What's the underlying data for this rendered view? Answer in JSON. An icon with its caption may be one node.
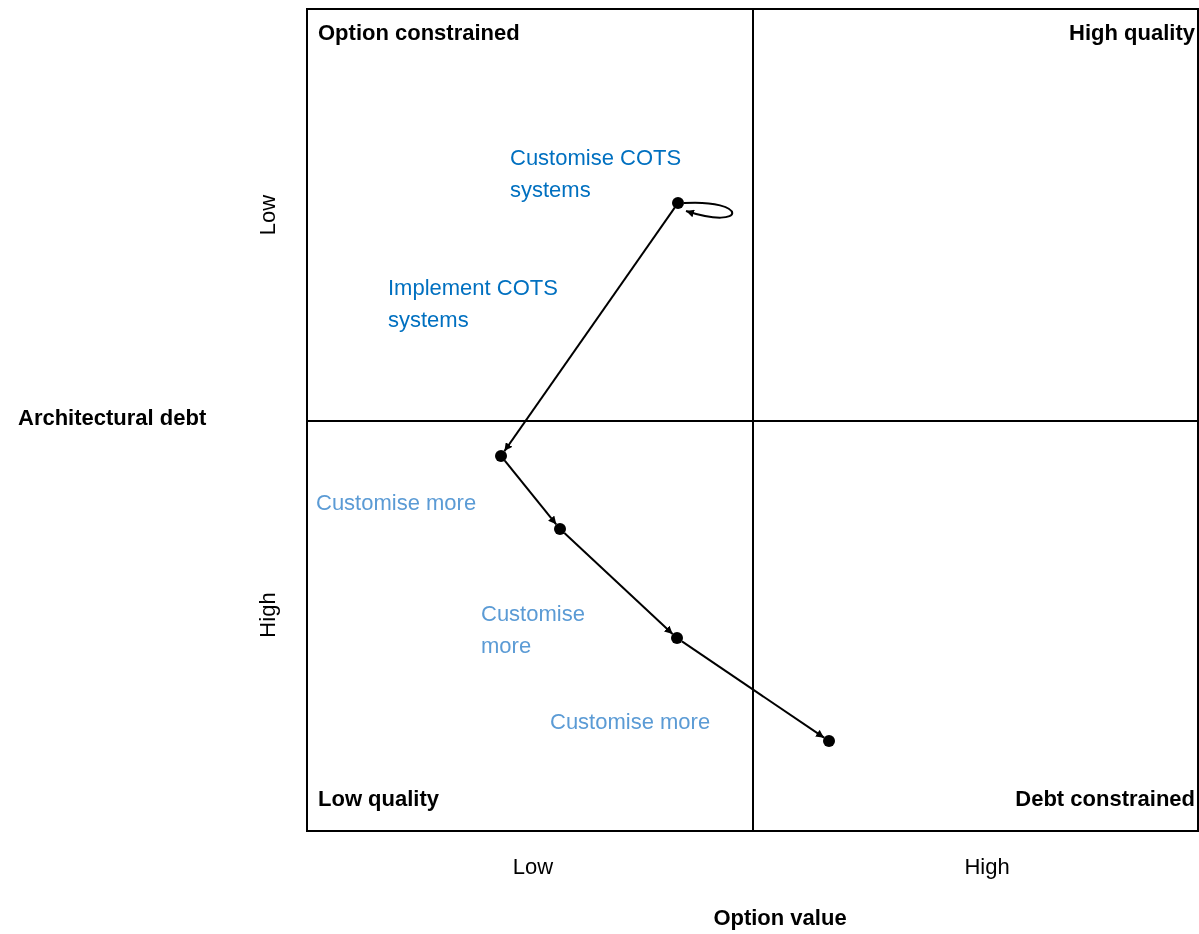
{
  "diagram": {
    "nodes": [
      {
        "text": [
          "Option constrained"
        ]
      },
      {
        "text": [
          "High quality"
        ]
      },
      {
        "text": [
          "Low quality"
        ]
      },
      {
        "text": [
          "Debt constrained"
        ]
      },
      {
        "text": [],
        "shape": "circle",
        "in": 0
      },
      {
        "text": [],
        "shape": "circle",
        "in": 2
      },
      {
        "text": [],
        "shape": "circle",
        "in": 2
      },
      {
        "text": [],
        "shape": "circle",
        "in": 2
      },
      {
        "text": [],
        "shape": "circle",
        "in": 3
      }
    ],
    "edges": [
      {
        "from": 4,
        "to": 4,
        "arrow": "to",
        "label": "Customise COTS systems"
      },
      {
        "from": 4,
        "to": 5,
        "arrow": "to",
        "label": "Implement COTS systems"
      },
      {
        "from": 5,
        "to": 6,
        "arrow": "to",
        "label": "Customise more"
      },
      {
        "from": 6,
        "to": 7,
        "arrow": "to",
        "label": "Customise more"
      },
      {
        "from": 7,
        "to": 8,
        "arrow": "to",
        "label": "Customise more"
      }
    ],
    "labels": [
      "Low",
      "Architectural debt",
      "High",
      "Low",
      "High",
      "Option value"
    ]
  }
}
